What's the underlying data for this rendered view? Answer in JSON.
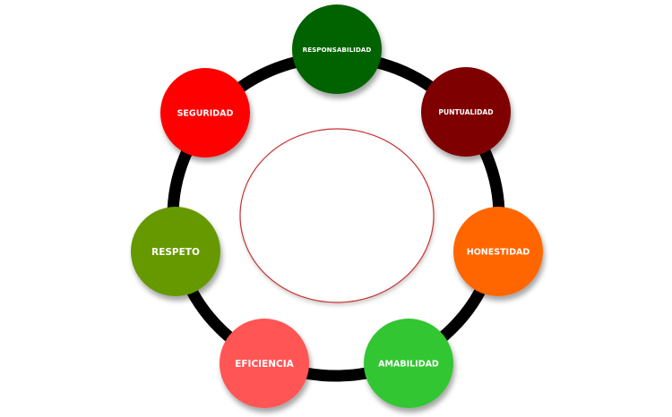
{
  "diagram": {
    "nodes": [
      {
        "label": "RESPONSABILIDAD",
        "color": "#006400"
      },
      {
        "label": "PUNTUALIDAD",
        "color": "#7f0000"
      },
      {
        "label": "HONESTIDAD",
        "color": "#ff6600"
      },
      {
        "label": "AMABILIDAD",
        "color": "#33c633"
      },
      {
        "label": "EFICIENCIA",
        "color": "#ff5454"
      },
      {
        "label": "RESPETO",
        "color": "#669900"
      },
      {
        "label": "SEGURIDAD",
        "color": "#ff0000"
      }
    ],
    "ring_color": "#000000",
    "center_outline_color": "#c83232",
    "center_fill_color": "#ffffff"
  }
}
